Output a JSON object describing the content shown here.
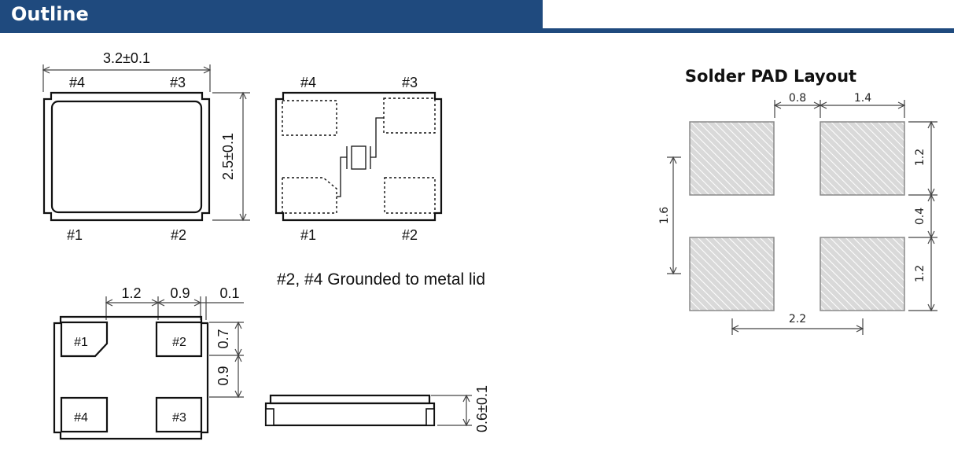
{
  "header": {
    "title": "Outline"
  },
  "top_view": {
    "width_dim": "3.2±0.1",
    "height_dim": "2.5±0.1",
    "pins": {
      "p4": "#4",
      "p3": "#3",
      "p1": "#1",
      "p2": "#2"
    }
  },
  "internal_view": {
    "pins": {
      "p4": "#4",
      "p3": "#3",
      "p1": "#1",
      "p2": "#2"
    },
    "note": "#2, #4 Grounded to metal lid"
  },
  "bottom_view": {
    "dims": {
      "d1": "1.2",
      "d2": "0.9",
      "d3": "0.1",
      "v1": "0.7",
      "v2": "0.9"
    },
    "pins": {
      "p1": "#1",
      "p2": "#2",
      "p4": "#4",
      "p3": "#3"
    }
  },
  "side_view": {
    "height_dim": "0.6±0.1"
  },
  "solder_pad": {
    "title": "Solder PAD Layout",
    "dims": {
      "gap_x": "0.8",
      "pad_w": "1.4",
      "pad_h_top": "1.2",
      "gap_y": "0.4",
      "pad_h_bottom": "1.2",
      "span_y": "1.6",
      "span_x": "2.2"
    }
  }
}
